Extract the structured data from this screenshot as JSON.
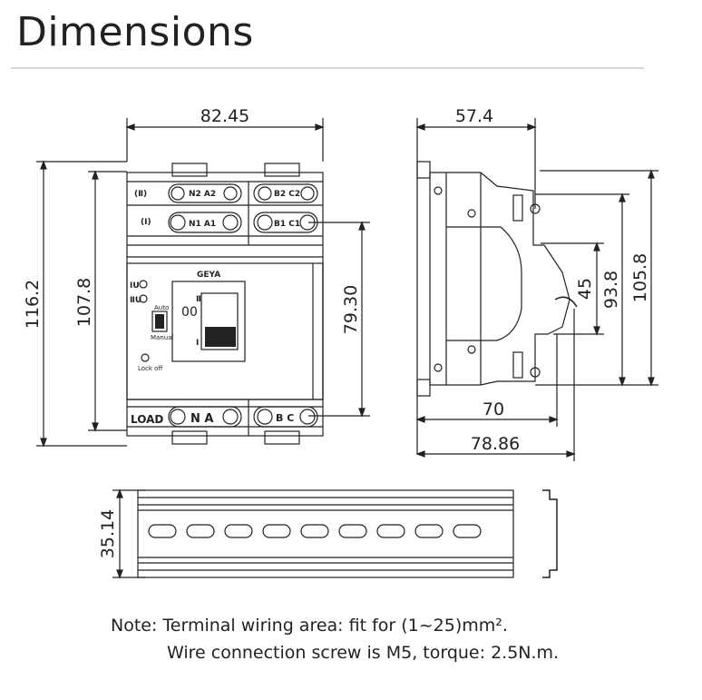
{
  "header": {
    "title": "Dimensions"
  },
  "front_view": {
    "width_label": "82.45",
    "height_outer_label": "116.2",
    "height_inner_label": "107.8",
    "mid_height_label": "79.30",
    "brand": "GEYA",
    "row2_left": "(Ⅱ)",
    "row2_terms": "N2  A2",
    "row2_terms_right": "B2  C2",
    "row1_left": "(Ⅰ)",
    "row1_terms": "N1  A1",
    "row1_terms_right": "B1  C1",
    "led_1": "ⅠU",
    "led_2": "ⅡU",
    "switch_auto": "Auto",
    "switch_manual": "Manual",
    "lock_label": "Lock off",
    "handle_top": "Ⅱ",
    "handle_mid": "0",
    "handle_bottom": "Ⅰ",
    "load_label": "LOAD",
    "load_terms": "N  A",
    "load_terms_right": "B  C"
  },
  "side_view": {
    "top_width_label": "57.4",
    "h1_label": "45",
    "h2_label": "93.8",
    "h3_label": "105.8",
    "base_label": "70",
    "overall_label": "78.86"
  },
  "rail_view": {
    "height_label": "35.14"
  },
  "note": {
    "line1": "Note: Terminal wiring area: fit for (1~25)mm².",
    "line2": "Wire connection screw is M5, torque: 2.5N.m."
  }
}
